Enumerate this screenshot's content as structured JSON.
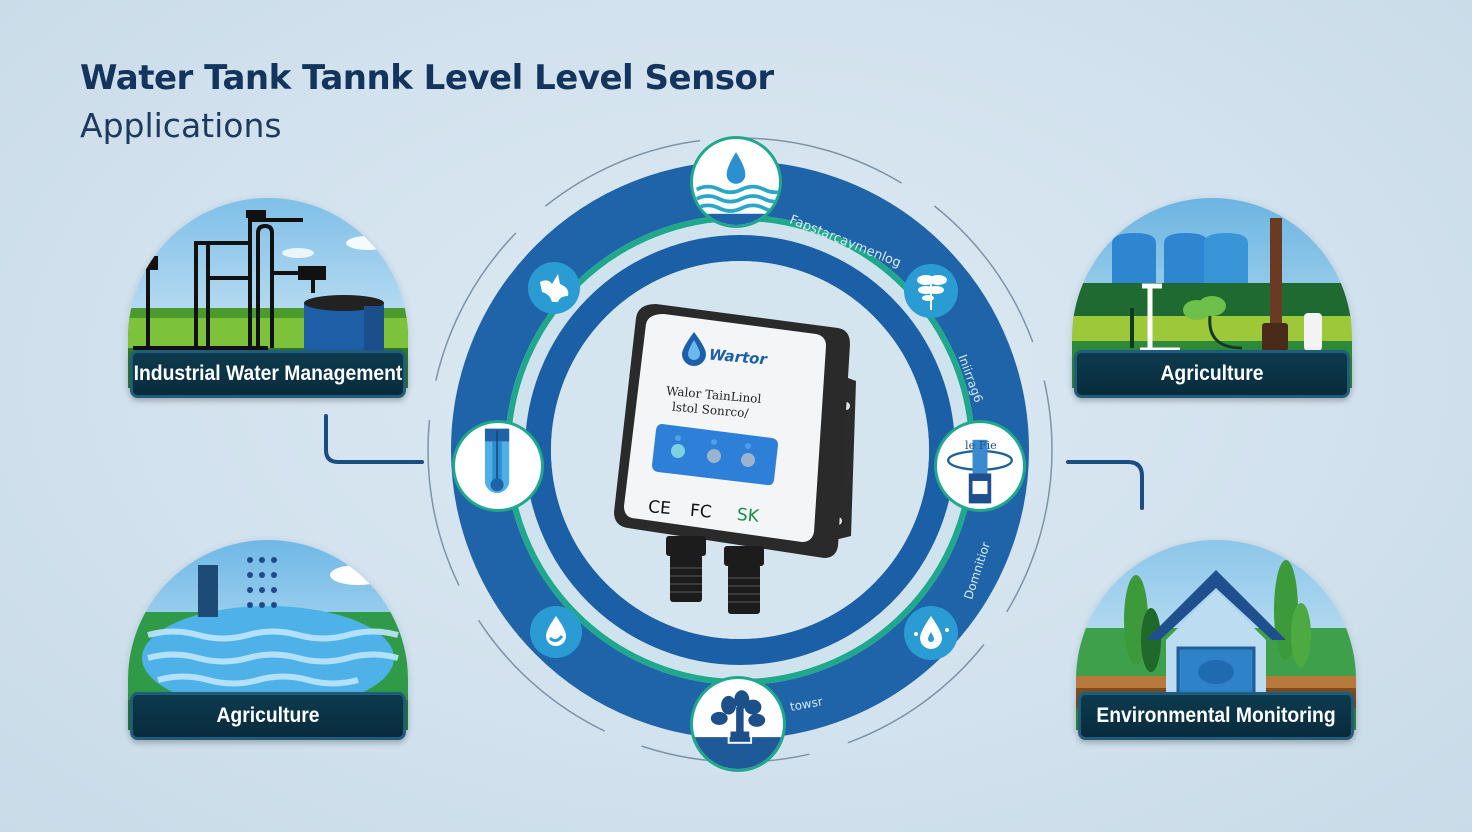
{
  "header": {
    "title": "Water Tank Tannk Level Level Sensor",
    "subtitle": "Applications"
  },
  "cards": [
    {
      "id": "industrial",
      "label": "Industrial Water Management",
      "position": "top-left"
    },
    {
      "id": "agriculture-top",
      "label": "Agriculture",
      "position": "top-right"
    },
    {
      "id": "agriculture-bottom",
      "label": "Agriculture",
      "position": "bottom-left"
    },
    {
      "id": "environmental",
      "label": "Environmental Monitoring",
      "position": "bottom-right"
    }
  ],
  "ring": {
    "labels": [
      {
        "text": "Fapstarcaymenlog",
        "position": "upper-right"
      },
      {
        "text": "Iniirrag6",
        "position": "right-upper"
      },
      {
        "text": "Domnitior",
        "position": "right-lower"
      },
      {
        "text": "towsr",
        "position": "bottom"
      }
    ],
    "nodes": [
      {
        "icon": "water-waves-icon",
        "position": "top"
      },
      {
        "icon": "leaf-splash-icon",
        "position": "upper-left"
      },
      {
        "icon": "plant-leaf-icon",
        "position": "upper-right"
      },
      {
        "icon": "tank-probe-icon",
        "position": "left"
      },
      {
        "icon": "float-sensor-icon",
        "position": "right"
      },
      {
        "icon": "water-drop-icon",
        "position": "lower-left"
      },
      {
        "icon": "water-drop-splash-icon",
        "position": "lower-right"
      },
      {
        "icon": "tree-icon",
        "position": "bottom"
      }
    ]
  },
  "device": {
    "brand": "Wartor",
    "line1": "Walor TainLinol",
    "line2": "lstol Sonrco/",
    "marks": {
      "ce": "CE",
      "fcc": "FC",
      "other": "SK"
    },
    "indicator_count": 3
  },
  "colors": {
    "background": "#d2e2ee",
    "title": "#13345d",
    "ring_blue": "#1f63a8",
    "ring_teal": "#1fa88c",
    "node_blue": "#2b9bd4",
    "label_bg": "#0b3345"
  }
}
